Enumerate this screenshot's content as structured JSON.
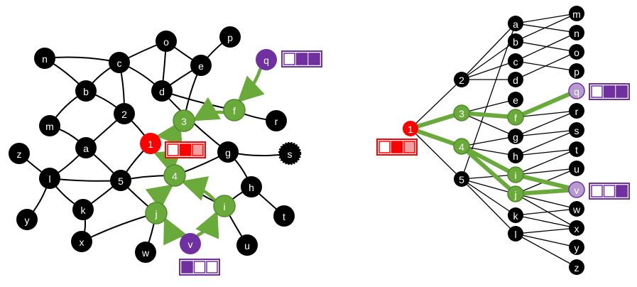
{
  "colors": {
    "black": "#000000",
    "red": "#ff0000",
    "green": "#6aaa3a",
    "green_light": "#8cc05a",
    "purple": "#7030a0",
    "purple_light": "#b79ad0",
    "edge": "#000000",
    "edge_green": "#6aaa3a"
  },
  "left_graph": {
    "nodes": [
      {
        "id": "n",
        "label": "n",
        "style": "black"
      },
      {
        "id": "c",
        "label": "c",
        "style": "black"
      },
      {
        "id": "o",
        "label": "o",
        "style": "black"
      },
      {
        "id": "p",
        "label": "p",
        "style": "black"
      },
      {
        "id": "e",
        "label": "e",
        "style": "black"
      },
      {
        "id": "q",
        "label": "q",
        "style": "purple"
      },
      {
        "id": "b",
        "label": "b",
        "style": "black"
      },
      {
        "id": "d",
        "label": "d",
        "style": "black"
      },
      {
        "id": "2",
        "label": "2",
        "style": "black"
      },
      {
        "id": "m",
        "label": "m",
        "style": "black"
      },
      {
        "id": "3",
        "label": "3",
        "style": "green"
      },
      {
        "id": "f",
        "label": "f",
        "style": "green"
      },
      {
        "id": "r",
        "label": "r",
        "style": "black"
      },
      {
        "id": "1",
        "label": "1",
        "style": "red"
      },
      {
        "id": "a",
        "label": "a",
        "style": "black"
      },
      {
        "id": "z",
        "label": "z",
        "style": "black"
      },
      {
        "id": "g",
        "label": "g",
        "style": "black"
      },
      {
        "id": "s",
        "label": "s",
        "style": "black-dotted"
      },
      {
        "id": "l",
        "label": "l",
        "style": "black"
      },
      {
        "id": "5",
        "label": "5",
        "style": "black"
      },
      {
        "id": "4",
        "label": "4",
        "style": "green"
      },
      {
        "id": "h",
        "label": "h",
        "style": "black"
      },
      {
        "id": "k",
        "label": "k",
        "style": "black"
      },
      {
        "id": "i",
        "label": "i",
        "style": "green"
      },
      {
        "id": "j",
        "label": "j",
        "style": "green"
      },
      {
        "id": "t",
        "label": "t",
        "style": "black"
      },
      {
        "id": "y",
        "label": "y",
        "style": "black"
      },
      {
        "id": "x",
        "label": "x",
        "style": "black"
      },
      {
        "id": "v",
        "label": "v",
        "style": "purple"
      },
      {
        "id": "u",
        "label": "u",
        "style": "black"
      },
      {
        "id": "w",
        "label": "w",
        "style": "black"
      }
    ],
    "edges": [
      [
        "n",
        "c"
      ],
      [
        "n",
        "b"
      ],
      [
        "c",
        "o"
      ],
      [
        "o",
        "e"
      ],
      [
        "p",
        "e"
      ],
      [
        "c",
        "b"
      ],
      [
        "c",
        "d"
      ],
      [
        "c",
        "2"
      ],
      [
        "o",
        "d"
      ],
      [
        "e",
        "d"
      ],
      [
        "e",
        "3"
      ],
      [
        "b",
        "m"
      ],
      [
        "b",
        "2"
      ],
      [
        "2",
        "1"
      ],
      [
        "2",
        "a"
      ],
      [
        "d",
        "f"
      ],
      [
        "d",
        "g"
      ],
      [
        "m",
        "a"
      ],
      [
        "a",
        "l"
      ],
      [
        "a",
        "5"
      ],
      [
        "z",
        "l"
      ],
      [
        "l",
        "5"
      ],
      [
        "l",
        "k"
      ],
      [
        "l",
        "y"
      ],
      [
        "5",
        "4"
      ],
      [
        "5",
        "k"
      ],
      [
        "5",
        "j"
      ],
      [
        "f",
        "r"
      ],
      [
        "g",
        "s"
      ],
      [
        "g",
        "h"
      ],
      [
        "g",
        "4"
      ],
      [
        "h",
        "t"
      ],
      [
        "h",
        "i"
      ],
      [
        "4",
        "i"
      ],
      [
        "k",
        "x"
      ],
      [
        "x",
        "j"
      ],
      [
        "j",
        "w"
      ],
      [
        "i",
        "u"
      ],
      [
        "1",
        "5"
      ]
    ],
    "arrows": [
      [
        "q",
        "f"
      ],
      [
        "f",
        "3"
      ],
      [
        "3",
        "1"
      ],
      [
        "4",
        "1"
      ],
      [
        "j",
        "4"
      ],
      [
        "i",
        "4"
      ],
      [
        "v",
        "j"
      ],
      [
        "v",
        "i"
      ]
    ],
    "badges": [
      {
        "node": "q",
        "color": "purple",
        "cells": [
          "empty",
          "filled",
          "filled"
        ]
      },
      {
        "node": "1",
        "color": "red",
        "cells": [
          "empty",
          "filled",
          "light"
        ]
      },
      {
        "node": "v",
        "color": "purple",
        "cells": [
          "filled",
          "empty",
          "empty"
        ]
      }
    ]
  },
  "right_tree": {
    "root": {
      "id": "1",
      "label": "1",
      "style": "red"
    },
    "level1": [
      {
        "id": "2",
        "label": "2",
        "style": "black"
      },
      {
        "id": "3",
        "label": "3",
        "style": "green"
      },
      {
        "id": "4",
        "label": "4",
        "style": "green"
      },
      {
        "id": "5",
        "label": "5",
        "style": "black"
      }
    ],
    "level2": [
      {
        "id": "a",
        "label": "a",
        "style": "black"
      },
      {
        "id": "b",
        "label": "b",
        "style": "black"
      },
      {
        "id": "c",
        "label": "c",
        "style": "black"
      },
      {
        "id": "d",
        "label": "d",
        "style": "black"
      },
      {
        "id": "e",
        "label": "e",
        "style": "black"
      },
      {
        "id": "f",
        "label": "f",
        "style": "green"
      },
      {
        "id": "g",
        "label": "g",
        "style": "black"
      },
      {
        "id": "h",
        "label": "h",
        "style": "black"
      },
      {
        "id": "i",
        "label": "i",
        "style": "green"
      },
      {
        "id": "j",
        "label": "j",
        "style": "green"
      },
      {
        "id": "k",
        "label": "k",
        "style": "black"
      },
      {
        "id": "l",
        "label": "l",
        "style": "black"
      }
    ],
    "level3": [
      {
        "id": "m",
        "label": "m",
        "style": "black"
      },
      {
        "id": "n",
        "label": "n",
        "style": "black"
      },
      {
        "id": "o",
        "label": "o",
        "style": "black"
      },
      {
        "id": "p",
        "label": "p",
        "style": "black"
      },
      {
        "id": "q",
        "label": "q",
        "style": "purple-light"
      },
      {
        "id": "r",
        "label": "r",
        "style": "black"
      },
      {
        "id": "s",
        "label": "s",
        "style": "black"
      },
      {
        "id": "t",
        "label": "t",
        "style": "black"
      },
      {
        "id": "u",
        "label": "u",
        "style": "black"
      },
      {
        "id": "v",
        "label": "v",
        "style": "purple-light"
      },
      {
        "id": "w",
        "label": "w",
        "style": "black"
      },
      {
        "id": "x",
        "label": "x",
        "style": "black"
      },
      {
        "id": "y",
        "label": "y",
        "style": "black"
      },
      {
        "id": "z",
        "label": "z",
        "style": "black"
      }
    ],
    "edges": [
      [
        "1",
        "2"
      ],
      [
        "1",
        "3"
      ],
      [
        "1",
        "4"
      ],
      [
        "1",
        "5"
      ],
      [
        "2",
        "a"
      ],
      [
        "2",
        "b"
      ],
      [
        "2",
        "c"
      ],
      [
        "2",
        "d"
      ],
      [
        "3",
        "e"
      ],
      [
        "3",
        "f"
      ],
      [
        "3",
        "g"
      ],
      [
        "4",
        "g"
      ],
      [
        "4",
        "h"
      ],
      [
        "4",
        "i"
      ],
      [
        "4",
        "j"
      ],
      [
        "5",
        "a"
      ],
      [
        "5",
        "i"
      ],
      [
        "5",
        "j"
      ],
      [
        "5",
        "k"
      ],
      [
        "5",
        "l"
      ],
      [
        "a",
        "m"
      ],
      [
        "a",
        "n"
      ],
      [
        "b",
        "m"
      ],
      [
        "b",
        "o"
      ],
      [
        "c",
        "n"
      ],
      [
        "c",
        "p"
      ],
      [
        "d",
        "o"
      ],
      [
        "f",
        "q"
      ],
      [
        "f",
        "r"
      ],
      [
        "g",
        "r"
      ],
      [
        "g",
        "s"
      ],
      [
        "h",
        "s"
      ],
      [
        "h",
        "t"
      ],
      [
        "i",
        "t"
      ],
      [
        "i",
        "u"
      ],
      [
        "i",
        "v"
      ],
      [
        "j",
        "u"
      ],
      [
        "j",
        "v"
      ],
      [
        "j",
        "w"
      ],
      [
        "j",
        "x"
      ],
      [
        "k",
        "w"
      ],
      [
        "k",
        "x"
      ],
      [
        "l",
        "x"
      ],
      [
        "l",
        "y"
      ],
      [
        "l",
        "z"
      ]
    ],
    "green_edges": [
      [
        "1",
        "3"
      ],
      [
        "1",
        "4"
      ],
      [
        "3",
        "f"
      ],
      [
        "f",
        "q"
      ],
      [
        "4",
        "i"
      ],
      [
        "4",
        "j"
      ],
      [
        "i",
        "v"
      ],
      [
        "j",
        "v"
      ]
    ],
    "badges": [
      {
        "node": "1",
        "color": "red",
        "cells": [
          "empty",
          "filled",
          "light"
        ]
      },
      {
        "node": "q",
        "color": "purple",
        "cells": [
          "empty",
          "filled",
          "filled"
        ]
      },
      {
        "node": "v",
        "color": "purple",
        "cells": [
          "empty",
          "empty",
          "filled"
        ]
      }
    ]
  }
}
